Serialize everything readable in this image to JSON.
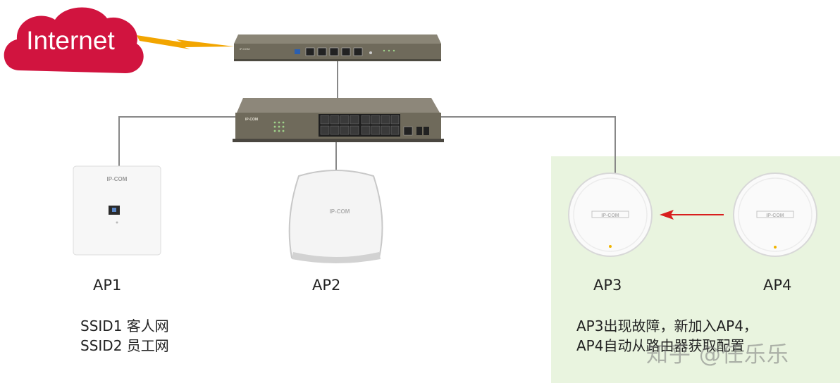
{
  "cloud": {
    "label": "Internet"
  },
  "devices": {
    "brand": "IP-COM"
  },
  "aps": [
    {
      "id": "ap1",
      "label": "AP1"
    },
    {
      "id": "ap2",
      "label": "AP2"
    },
    {
      "id": "ap3",
      "label": "AP3"
    },
    {
      "id": "ap4",
      "label": "AP4"
    }
  ],
  "ssids": [
    "SSID1 客人网",
    "SSID2 员工网"
  ],
  "note": {
    "line1": "AP3出现故障，新加入AP4，",
    "line2": "AP4自动从路由器获取配置"
  },
  "watermark": "知乎 @任乐乐",
  "colors": {
    "cloud": "#d1143f",
    "lightning": "#f2a500",
    "arrow": "#d81e1e",
    "green_zone": "#e9f4df",
    "device_body": "#6f6a5b",
    "line": "#888888"
  }
}
